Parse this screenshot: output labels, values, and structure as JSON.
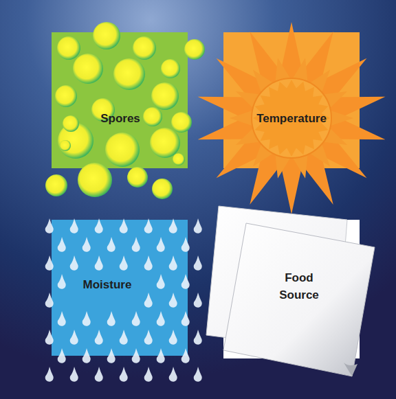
{
  "diagram": {
    "nodes": [
      {
        "text": [
          "Spores"
        ]
      },
      {
        "text": [
          "Temperature"
        ]
      },
      {
        "text": [
          "Moisture"
        ]
      },
      {
        "text": [
          "Food Source"
        ]
      }
    ]
  }
}
